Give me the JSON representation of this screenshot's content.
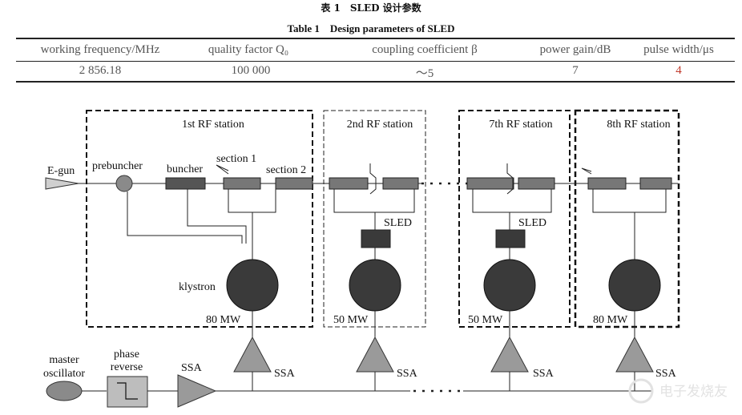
{
  "table": {
    "caption_cn": "表 1　SLED 设计参数",
    "caption_en": "Table 1　Design parameters of SLED",
    "headers": [
      {
        "text": "working frequency/MHz"
      },
      {
        "text": "quality factor Q₀"
      },
      {
        "text": "coupling coefficient β"
      },
      {
        "text": "power gain/dB"
      },
      {
        "text": "pulse width/μs"
      }
    ],
    "values": [
      {
        "text": "2 856.18"
      },
      {
        "text": "100 000"
      },
      {
        "text": "～5"
      },
      {
        "text": "7"
      },
      {
        "text": "4"
      }
    ]
  },
  "diagram": {
    "stations": [
      {
        "title": "1st RF station",
        "power": "80 MW"
      },
      {
        "title": "2nd RF station",
        "power": "50 MW"
      },
      {
        "title": "7th RF station",
        "power": "50 MW"
      },
      {
        "title": "8th RF station",
        "power": "80 MW"
      }
    ],
    "labels": {
      "egun": "E-gun",
      "prebuncher": "prebuncher",
      "buncher": "buncher",
      "section1": "section 1",
      "section2": "section 2",
      "klystron": "klystron",
      "sled": "SLED",
      "ssa": "SSA",
      "master_oscillator_1": "master",
      "master_oscillator_2": "oscillator",
      "phase_reverse_1": "phase",
      "phase_reverse_2": "reverse"
    },
    "watermark": "电子发烧友"
  },
  "colors": {
    "line": "#222222",
    "waveguide_box": "#777777",
    "klystron": "#3a3a3a",
    "sled_box": "#3a3a3a",
    "amplifier": "#9a9a9a",
    "oscillator": "#8a8a8a",
    "egun": "#cfcfcf",
    "watermark": "#e2e2e2",
    "accent_red": "#c0392b"
  }
}
